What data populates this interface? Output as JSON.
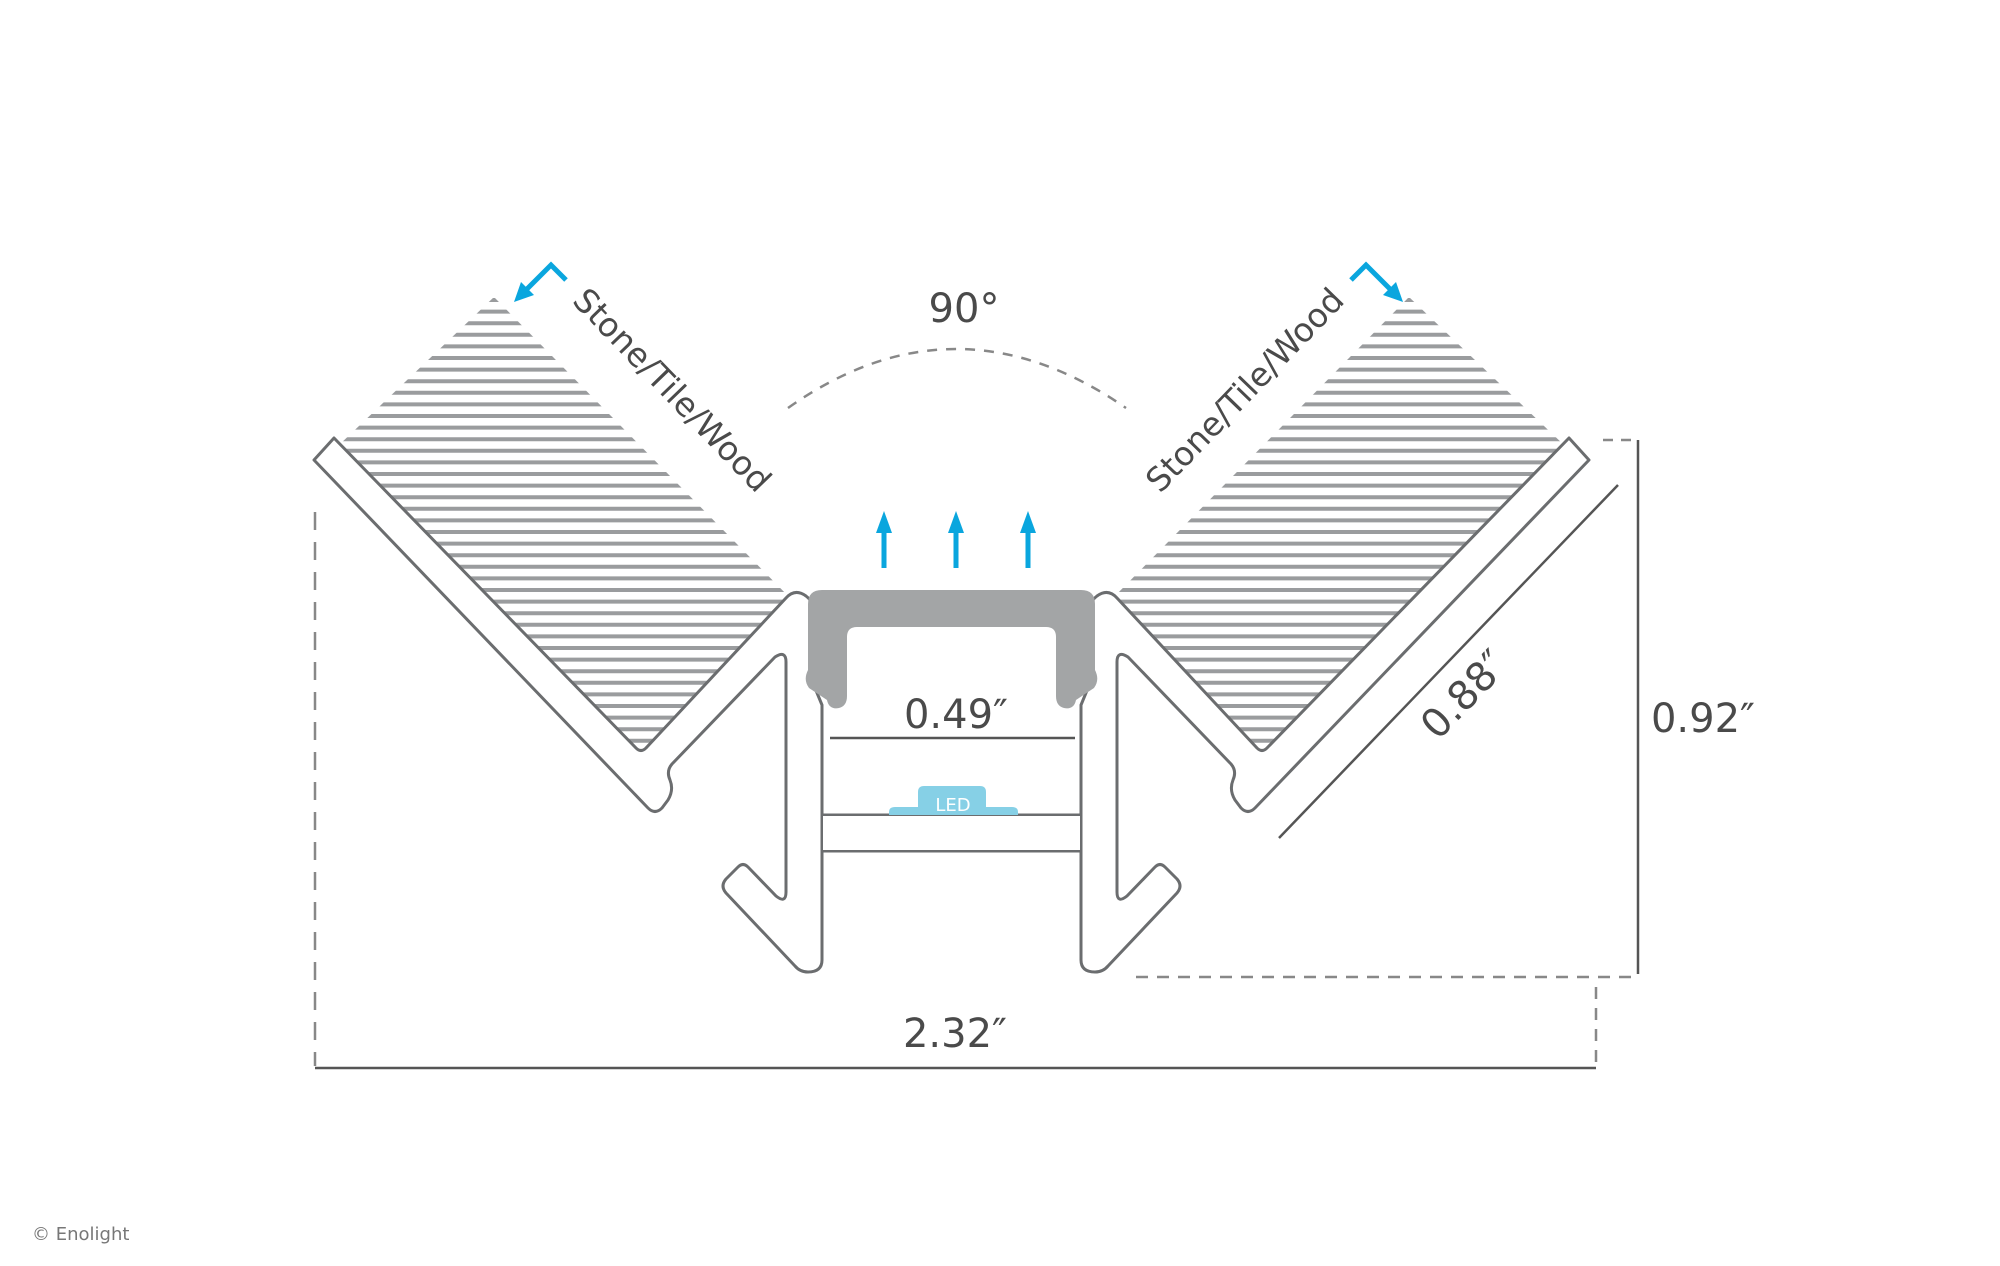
{
  "diagram": {
    "material_label_left": "Stone/Tile/Wood",
    "material_label_right": "Stone/Tile/Wood",
    "angle_label": "90°",
    "dim_inner_width": "0.49″",
    "dim_wing": "0.88″",
    "dim_height": "0.92″",
    "dim_total_width": "2.32″",
    "led_label": "LED"
  },
  "colors": {
    "outline": "#6b6d6f",
    "diffuser": "#a3a5a6",
    "hatch": "#9a9c9e",
    "accent_arrow": "#0aa6de",
    "led": "#86d0e6"
  },
  "footer": {
    "copyright": "© Enolight"
  }
}
